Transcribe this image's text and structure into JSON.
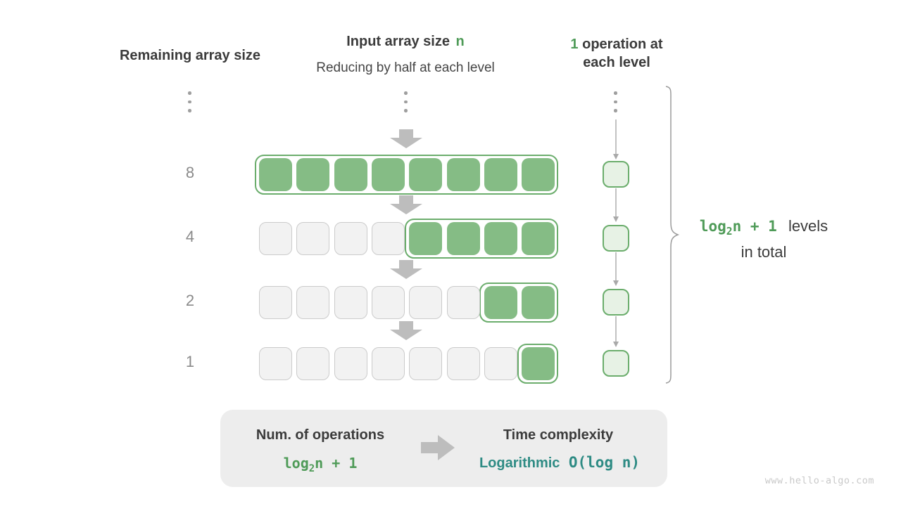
{
  "colors": {
    "green_text": "#4f9b58",
    "green_fill": "#85bc85",
    "green_border": "#6bad6c",
    "green_light": "#e7f2e5",
    "teal_text": "#2e8b84",
    "dark_text": "#3b3b3b",
    "muted_text": "#8a8a8a",
    "gray_cell": "#f2f2f2",
    "gray_cell_border": "#cbcbcb",
    "arrow_gray": "#bdbdbd",
    "thin_arrow": "#a9a9a9",
    "brace_gray": "#9b9b9b",
    "box_bg": "#ededed",
    "watermark": "#c9c9c9"
  },
  "headers": {
    "left_title": "Remaining array size",
    "center_title": "Input array size",
    "center_title_green": "n",
    "center_subtitle": "Reducing by half at each level",
    "right_green": "1",
    "right_line1_rest": "operation at",
    "right_line2": "each level"
  },
  "levels": [
    {
      "label": "8",
      "gray": 0,
      "green": 8
    },
    {
      "label": "4",
      "gray": 4,
      "green": 4
    },
    {
      "label": "2",
      "gray": 6,
      "green": 2
    },
    {
      "label": "1",
      "gray": 7,
      "green": 1
    }
  ],
  "brace": {
    "formula_prefix": "log",
    "formula_sub": "2",
    "formula_rest": "n + 1",
    "line1_text": "levels",
    "line2_text": "in total"
  },
  "summary": {
    "left_title": "Num. of operations",
    "formula_prefix": "log",
    "formula_sub": "2",
    "formula_rest": "n + 1",
    "right_title": "Time complexity",
    "complexity_name": "Logarithmic",
    "complexity_big_o": "O(log n)"
  },
  "watermark": "www.hello-algo.com",
  "icons": {
    "ellipsis": "vertical-dots",
    "down_arrow": "block-down-arrow",
    "right_arrow": "block-right-arrow",
    "thin_arrow": "thin-down-arrow",
    "brace": "curly-brace"
  }
}
